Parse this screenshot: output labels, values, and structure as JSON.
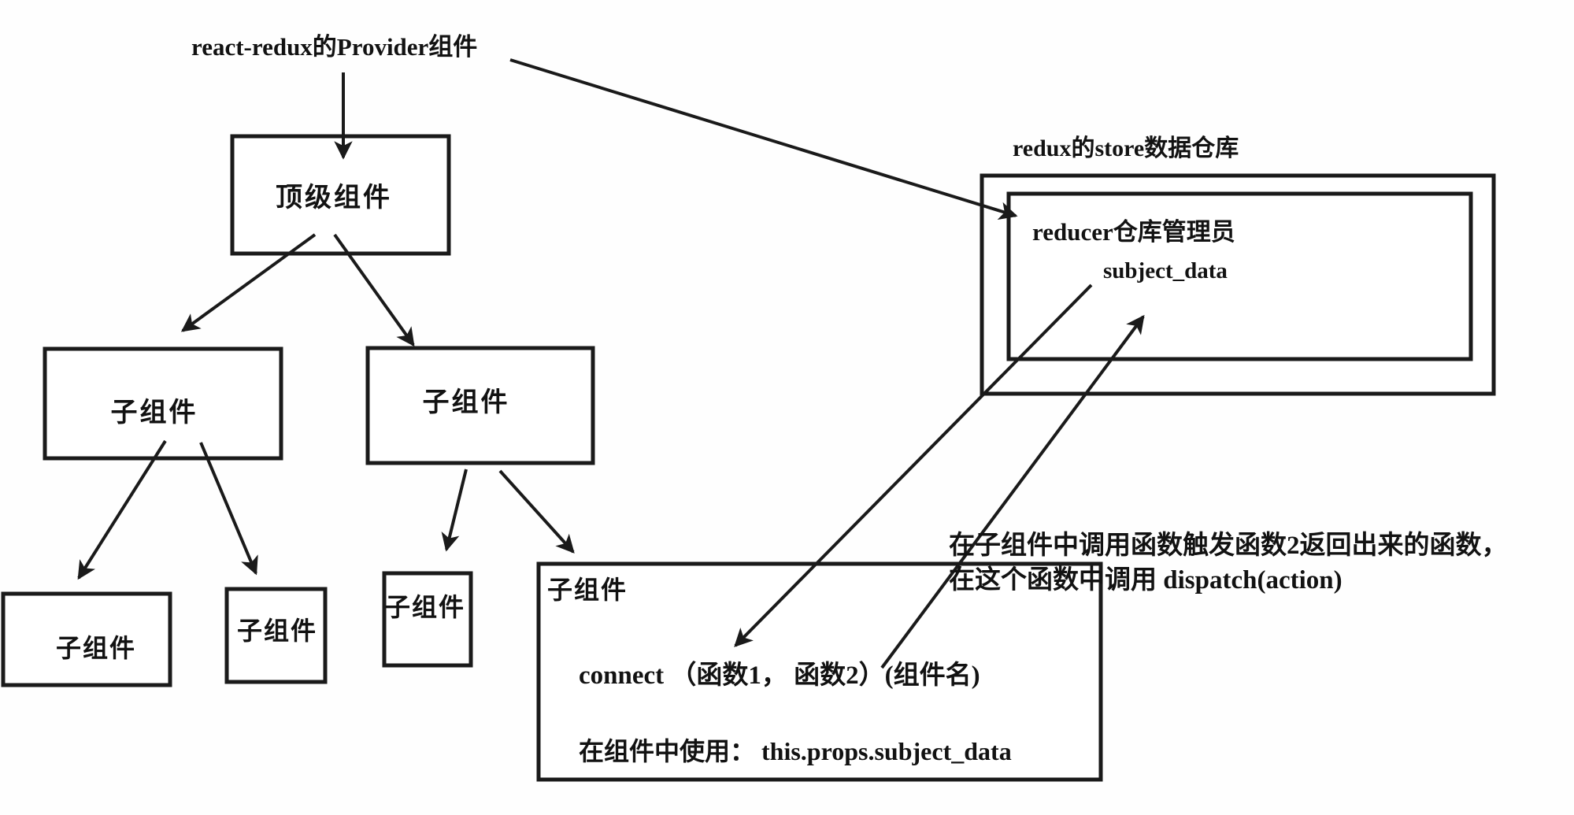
{
  "labels": {
    "provider": "react-redux的Provider组件",
    "store_title": "redux的store数据仓库"
  },
  "nodes": {
    "top": "顶级组件",
    "child_left": "子组件",
    "child_right": "子组件",
    "leaf_left": "子组件",
    "leaf_mid": "子组件",
    "leaf_right": "子组件",
    "connected_child": "子组件"
  },
  "store": {
    "reducer": "reducer仓库管理员",
    "data_key": "subject_data"
  },
  "connect_box": {
    "call": "connect （函数1， 函数2）(组件名)",
    "usage": "在组件中使用： this.props.subject_data"
  },
  "annotation": {
    "line1": "在子组件中调用函数触发函数2返回出来的函数，",
    "line2": "在这个函数中调用 dispatch(action)"
  },
  "colors": {
    "ink": "#1a1a1a",
    "background": "#ffffff"
  }
}
